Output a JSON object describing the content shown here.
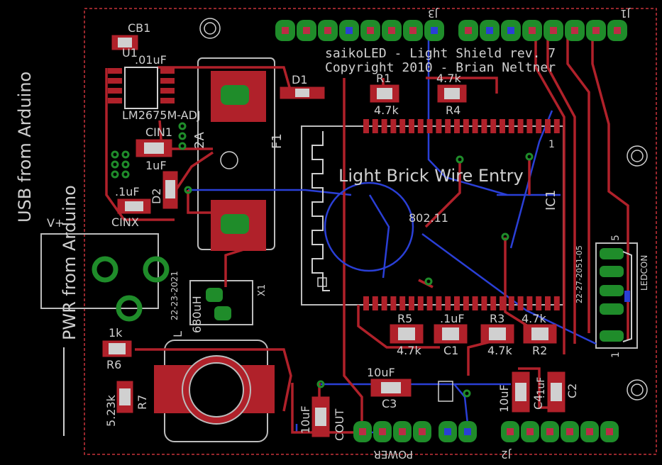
{
  "board": {
    "title": "saikoLED - Light Shield rev. 7",
    "copyright": "Copyright 2010 - Brian Neltner",
    "usb_label": "USB from Arduino",
    "pwr_label": "PWR from Arduino",
    "brick_label": "Light Brick Wire Entry",
    "wifi_label": "802.11"
  },
  "headers": {
    "j1": "J1",
    "j2": "J2",
    "j3": "J3",
    "power": "POWER"
  },
  "components": {
    "cb1_name": "CB1",
    "cb1_value": ".01uF",
    "u1_name": "U1",
    "u1_value": "LM2675M-ADJ",
    "cin1_name": "CIN1",
    "cin1_value": "1uF",
    "cinx_name": "CINX",
    "cinx_value": ".1uF",
    "d1_name": "D1",
    "d2_name": "D2",
    "f1_name": "F1",
    "f1_value": "2A",
    "r1_name": "R1",
    "r1_value": "4.7k",
    "r4_name": "R4",
    "r4_value": "4.7k",
    "r5_name": "R5",
    "r5_value": "4.7k",
    "r3_name": "R3",
    "r3_value": "4.7k",
    "r2_name": "R2",
    "r2_value": "4.7k",
    "c1_name": "C1",
    "c1_value": ".1uF",
    "c3_name": "C3",
    "c3_value": "10uF",
    "c4_name": "C4",
    "c4_value": "10uF",
    "c2_name": "C2",
    "c2_value": ".1uF",
    "cout_name": "COUT",
    "cout_value": "10uF",
    "r6_name": "R6",
    "r6_value": "1k",
    "r7_name": "R7",
    "r7_value": "5.23k",
    "l_name": "L",
    "l_value": "680uH",
    "l_part": "22-23-2021",
    "x1_name": "X1",
    "ic1_name": "IC1",
    "ic1_pin1": "1",
    "ledcon_name": "LEDCON",
    "ledcon_part": "22-27-2051-05",
    "ledcon_pin5": "5",
    "ledcon_pin1": "1",
    "vplus": "V+"
  }
}
